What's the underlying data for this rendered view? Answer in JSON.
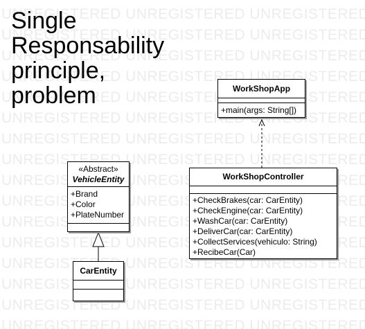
{
  "watermark": "UNREGISTERED UNREGISTERED UNREGISTERED UNREGISTERED",
  "title": {
    "lines": [
      "Single",
      "Responsability",
      "principle,",
      "problem"
    ]
  },
  "classes": {
    "workshop_app": {
      "name": "WorkShopApp",
      "operations": [
        "+main(args: String[])"
      ]
    },
    "workshop_controller": {
      "name": "WorkShopController",
      "operations": [
        "+CheckBrakes(car: CarEntity)",
        "+CheckEngine(car: CarEntity)",
        "+WashCar(car: CarEntity)",
        "+DeliverCar(car: CarEntity)",
        "+CollectServices(vehiculo: String)",
        "+RecibeCar(Car)"
      ]
    },
    "vehicle_entity": {
      "stereotype": "«Abstract»",
      "name": "VehicleEntity",
      "attributes": [
        "+Brand",
        "+Color",
        "+PlateNumber"
      ]
    },
    "car_entity": {
      "name": "CarEntity"
    }
  },
  "relations": [
    {
      "from": "WorkShopController",
      "to": "WorkShopApp",
      "kind": "dependency"
    },
    {
      "from": "CarEntity",
      "to": "VehicleEntity",
      "kind": "generalization"
    }
  ]
}
